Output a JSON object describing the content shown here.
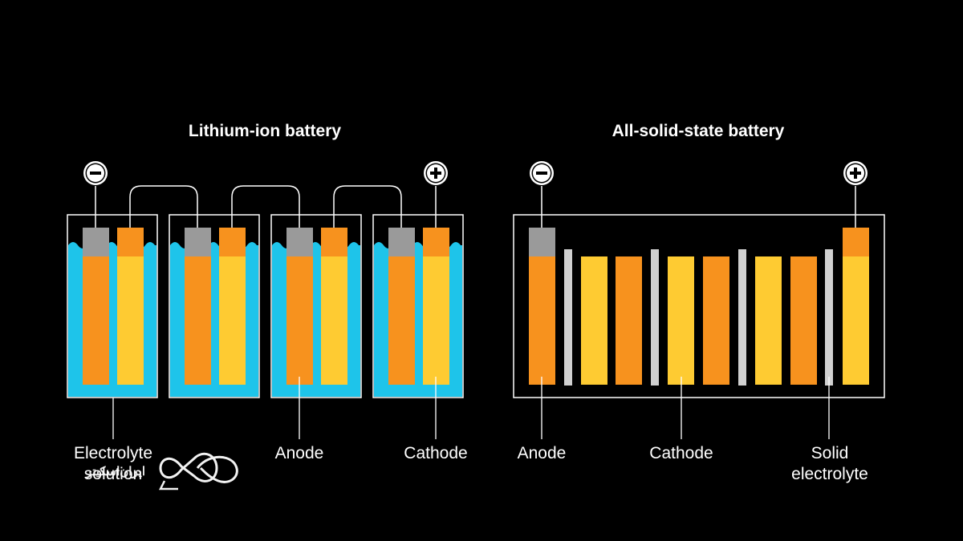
{
  "left_panel": {
    "title": "Lithium-ion battery",
    "labels": {
      "electrolyte_line1": "Electrolyte",
      "electrolyte_line2": "solution",
      "anode": "Anode",
      "cathode": "Cathode"
    },
    "terminals": {
      "negative": "−",
      "positive": "+"
    }
  },
  "right_panel": {
    "title": "All-solid-state battery",
    "labels": {
      "anode": "Anode",
      "cathode": "Cathode",
      "solid_line1": "Solid",
      "solid_line2": "electrolyte"
    },
    "terminals": {
      "negative": "−",
      "positive": "+"
    }
  },
  "watermark": {
    "text": "ایران‌اسکیتر"
  },
  "colors": {
    "background": "#000000",
    "electrolyte": "#1ec4ea",
    "anode": "#f7921e",
    "cathode": "#fecb32",
    "terminal_gray": "#9a9a9a",
    "separator": "#d0d0d0",
    "outline": "#ffffff"
  }
}
